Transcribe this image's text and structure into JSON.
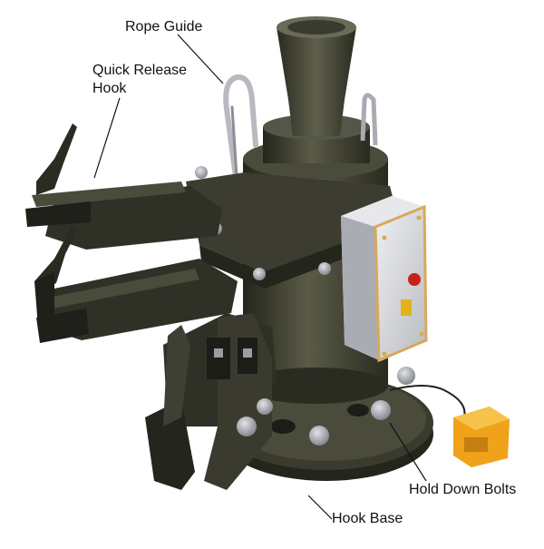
{
  "diagram": {
    "labels": {
      "rope_guide": "Rope Guide",
      "quick_release_hook_line1": "Quick Release",
      "quick_release_hook_line2": "Hook",
      "hold_down_bolts": "Hold Down Bolts",
      "hook_base": "Hook Base"
    },
    "colors": {
      "body": "#3a3b2e",
      "body_dark": "#24251c",
      "body_light": "#5a5b47",
      "bolt": "#9a9ca3",
      "control_box": "#d6d8dc",
      "control_box_trim": "#d9a85a",
      "red_button": "#c8201c",
      "yellow_switch": "#e2b21a",
      "pendant": "#f0a21a"
    }
  }
}
